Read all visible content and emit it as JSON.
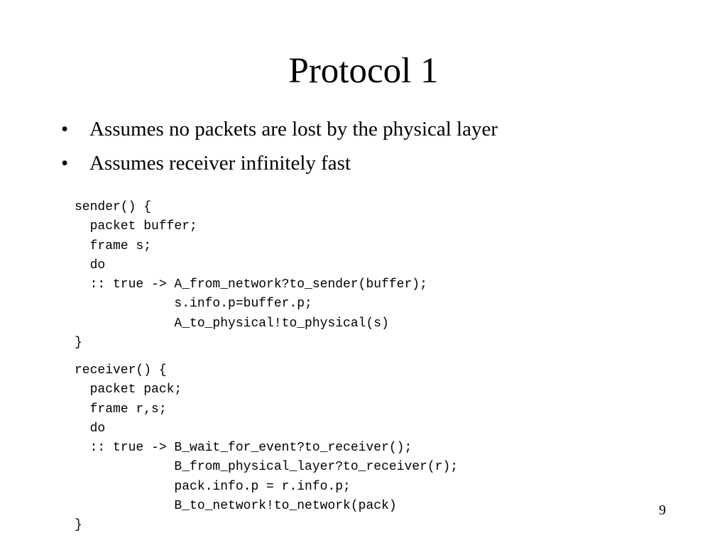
{
  "slide": {
    "title": "Protocol 1",
    "page_number": "9"
  },
  "bullets": [
    {
      "marker": "•",
      "text": "Assumes no packets are lost by the physical layer"
    },
    {
      "marker": "•",
      "text": "Assumes receiver infinitely fast"
    }
  ],
  "code": {
    "sender_lines": [
      "sender() {",
      "  packet buffer;",
      "  frame s;",
      "  do",
      "  :: true -> A_from_network?to_sender(buffer);",
      "             s.info.p=buffer.p;",
      "             A_to_physical!to_physical(s)",
      "}"
    ],
    "receiver_lines": [
      "receiver() {",
      "  packet pack;",
      "  frame r,s;",
      "  do",
      "  :: true -> B_wait_for_event?to_receiver();",
      "             B_from_physical_layer?to_receiver(r);",
      "             pack.info.p = r.info.p;",
      "             B_to_network!to_network(pack)",
      "}"
    ]
  }
}
